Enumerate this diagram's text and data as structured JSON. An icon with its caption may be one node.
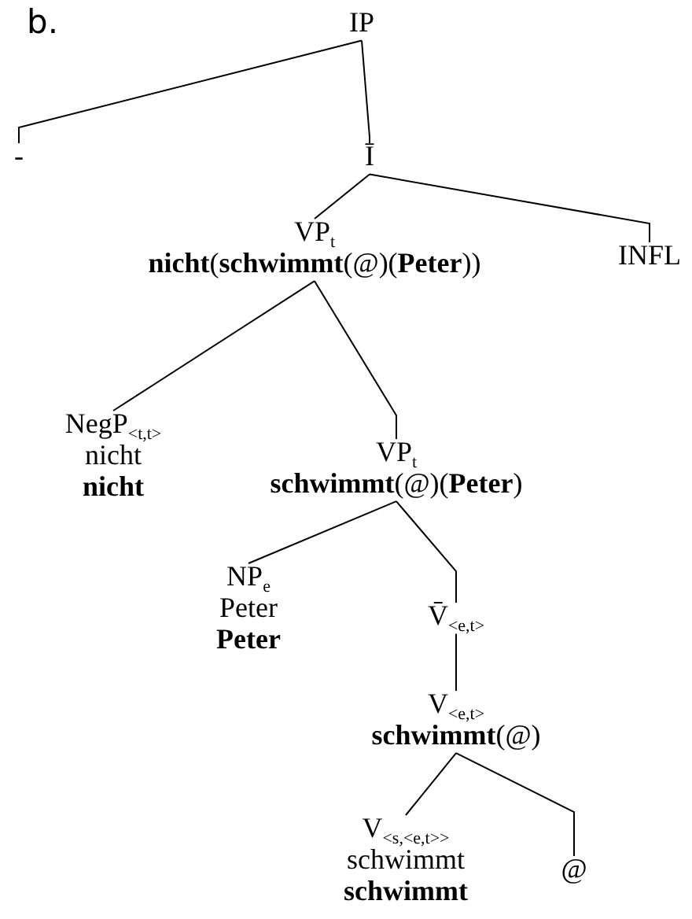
{
  "diagram": {
    "nodes": [
      {
        "text": [
          "IP"
        ]
      },
      {
        "text": [
          "-"
        ]
      },
      {
        "text": [
          "Ī"
        ]
      },
      {
        "text": [
          "VP$_{t}$",
          "**nicht**(**schwimmt**(@)(**Peter**))"
        ]
      },
      {
        "text": [
          "INFL"
        ]
      },
      {
        "text": [
          "NegP$_{<t,t>}$",
          "nicht",
          "**nicht**"
        ]
      },
      {
        "text": [
          "VP$_{t}$",
          "**schwimmt**(@)(**Peter**)"
        ]
      },
      {
        "text": [
          "NP$_{e}$",
          "Peter",
          "**Peter**"
        ]
      },
      {
        "text": [
          "V̄$_{<e,t>}$"
        ]
      },
      {
        "text": [
          "V$_{<e,t>}$",
          "**schwimmt**(@)"
        ]
      },
      {
        "text": [
          "V$_{<s,<e,t>>}$",
          "schwimmt",
          "**schwimmt**"
        ]
      },
      {
        "text": [
          "@"
        ]
      }
    ],
    "edges": [
      {
        "from": 0,
        "to": 1,
        "arrow": "none"
      },
      {
        "from": 0,
        "to": 2,
        "arrow": "none"
      },
      {
        "from": 2,
        "to": 3,
        "arrow": "none"
      },
      {
        "from": 2,
        "to": 4,
        "arrow": "none"
      },
      {
        "from": 3,
        "to": 5,
        "arrow": "none"
      },
      {
        "from": 3,
        "to": 6,
        "arrow": "none"
      },
      {
        "from": 6,
        "to": 7,
        "arrow": "none"
      },
      {
        "from": 6,
        "to": 8,
        "arrow": "none"
      },
      {
        "from": 8,
        "to": 9,
        "arrow": "none"
      },
      {
        "from": 9,
        "to": 10,
        "arrow": "none"
      },
      {
        "from": 9,
        "to": 11,
        "arrow": "none"
      }
    ],
    "labels": [
      "b."
    ]
  }
}
